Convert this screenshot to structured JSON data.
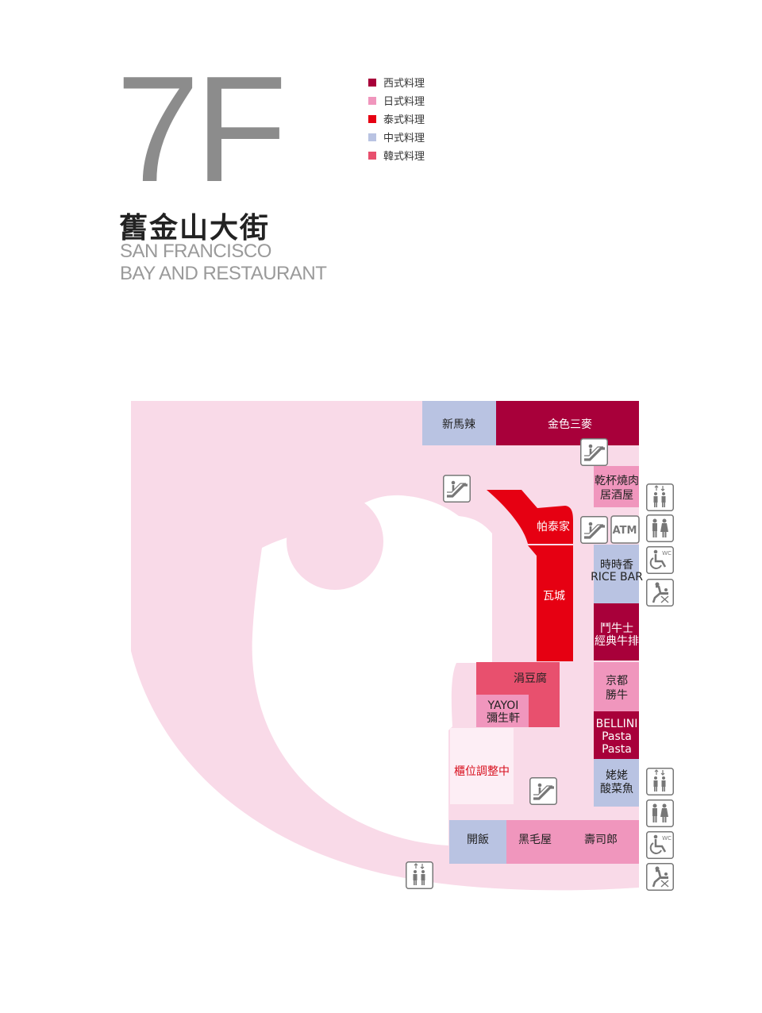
{
  "floor": "7F",
  "title_zh": "舊金山大街",
  "title_en_line1": "SAN FRANCISCO",
  "title_en_line2": "BAY AND RESTAURANT",
  "legend": [
    {
      "label": "西式料理",
      "color": "#a8003a"
    },
    {
      "label": "日式料理",
      "color": "#f096bd"
    },
    {
      "label": "泰式料理",
      "color": "#e60012"
    },
    {
      "label": "中式料理",
      "color": "#b9c3e2"
    },
    {
      "label": "韓式料理",
      "color": "#e8506e"
    }
  ],
  "stores": {
    "xinmala": "新馬辣",
    "jinse": "金色三麥",
    "qianbei_1": "乾杯燒肉",
    "qianbei_2": "居酒屋",
    "patai": "帕泰家",
    "wacheng": "瓦城",
    "shishixiang_1": "時時香",
    "shishixiang_2": "RICE BAR",
    "douniushi_1": "鬥牛士",
    "douniushi_2": "經典牛排",
    "huadoufu": "涓豆腐",
    "jingdu_1": "京都",
    "jingdu_2": "勝牛",
    "yayoi_1": "YAYOI",
    "yayoi_2": "彌生軒",
    "bellini_1": "BELLINI",
    "bellini_2": "Pasta",
    "bellini_3": "Pasta",
    "adjusting": "櫃位調整中",
    "laolao_1": "姥姥",
    "laolao_2": "酸菜魚",
    "kaifan": "開飯",
    "heimao": "黑毛屋",
    "sushiro": "壽司郎"
  },
  "facilities": {
    "atm": "ATM",
    "wc": "WC"
  },
  "colors": {
    "corridor": "#f9dae8",
    "western": "#a8003a",
    "japanese": "#f096bd",
    "thai": "#e60012",
    "chinese": "#b9c3e2",
    "korean": "#e8506e",
    "adjusting_bg": "#fdeef5",
    "icon": "#777777"
  }
}
